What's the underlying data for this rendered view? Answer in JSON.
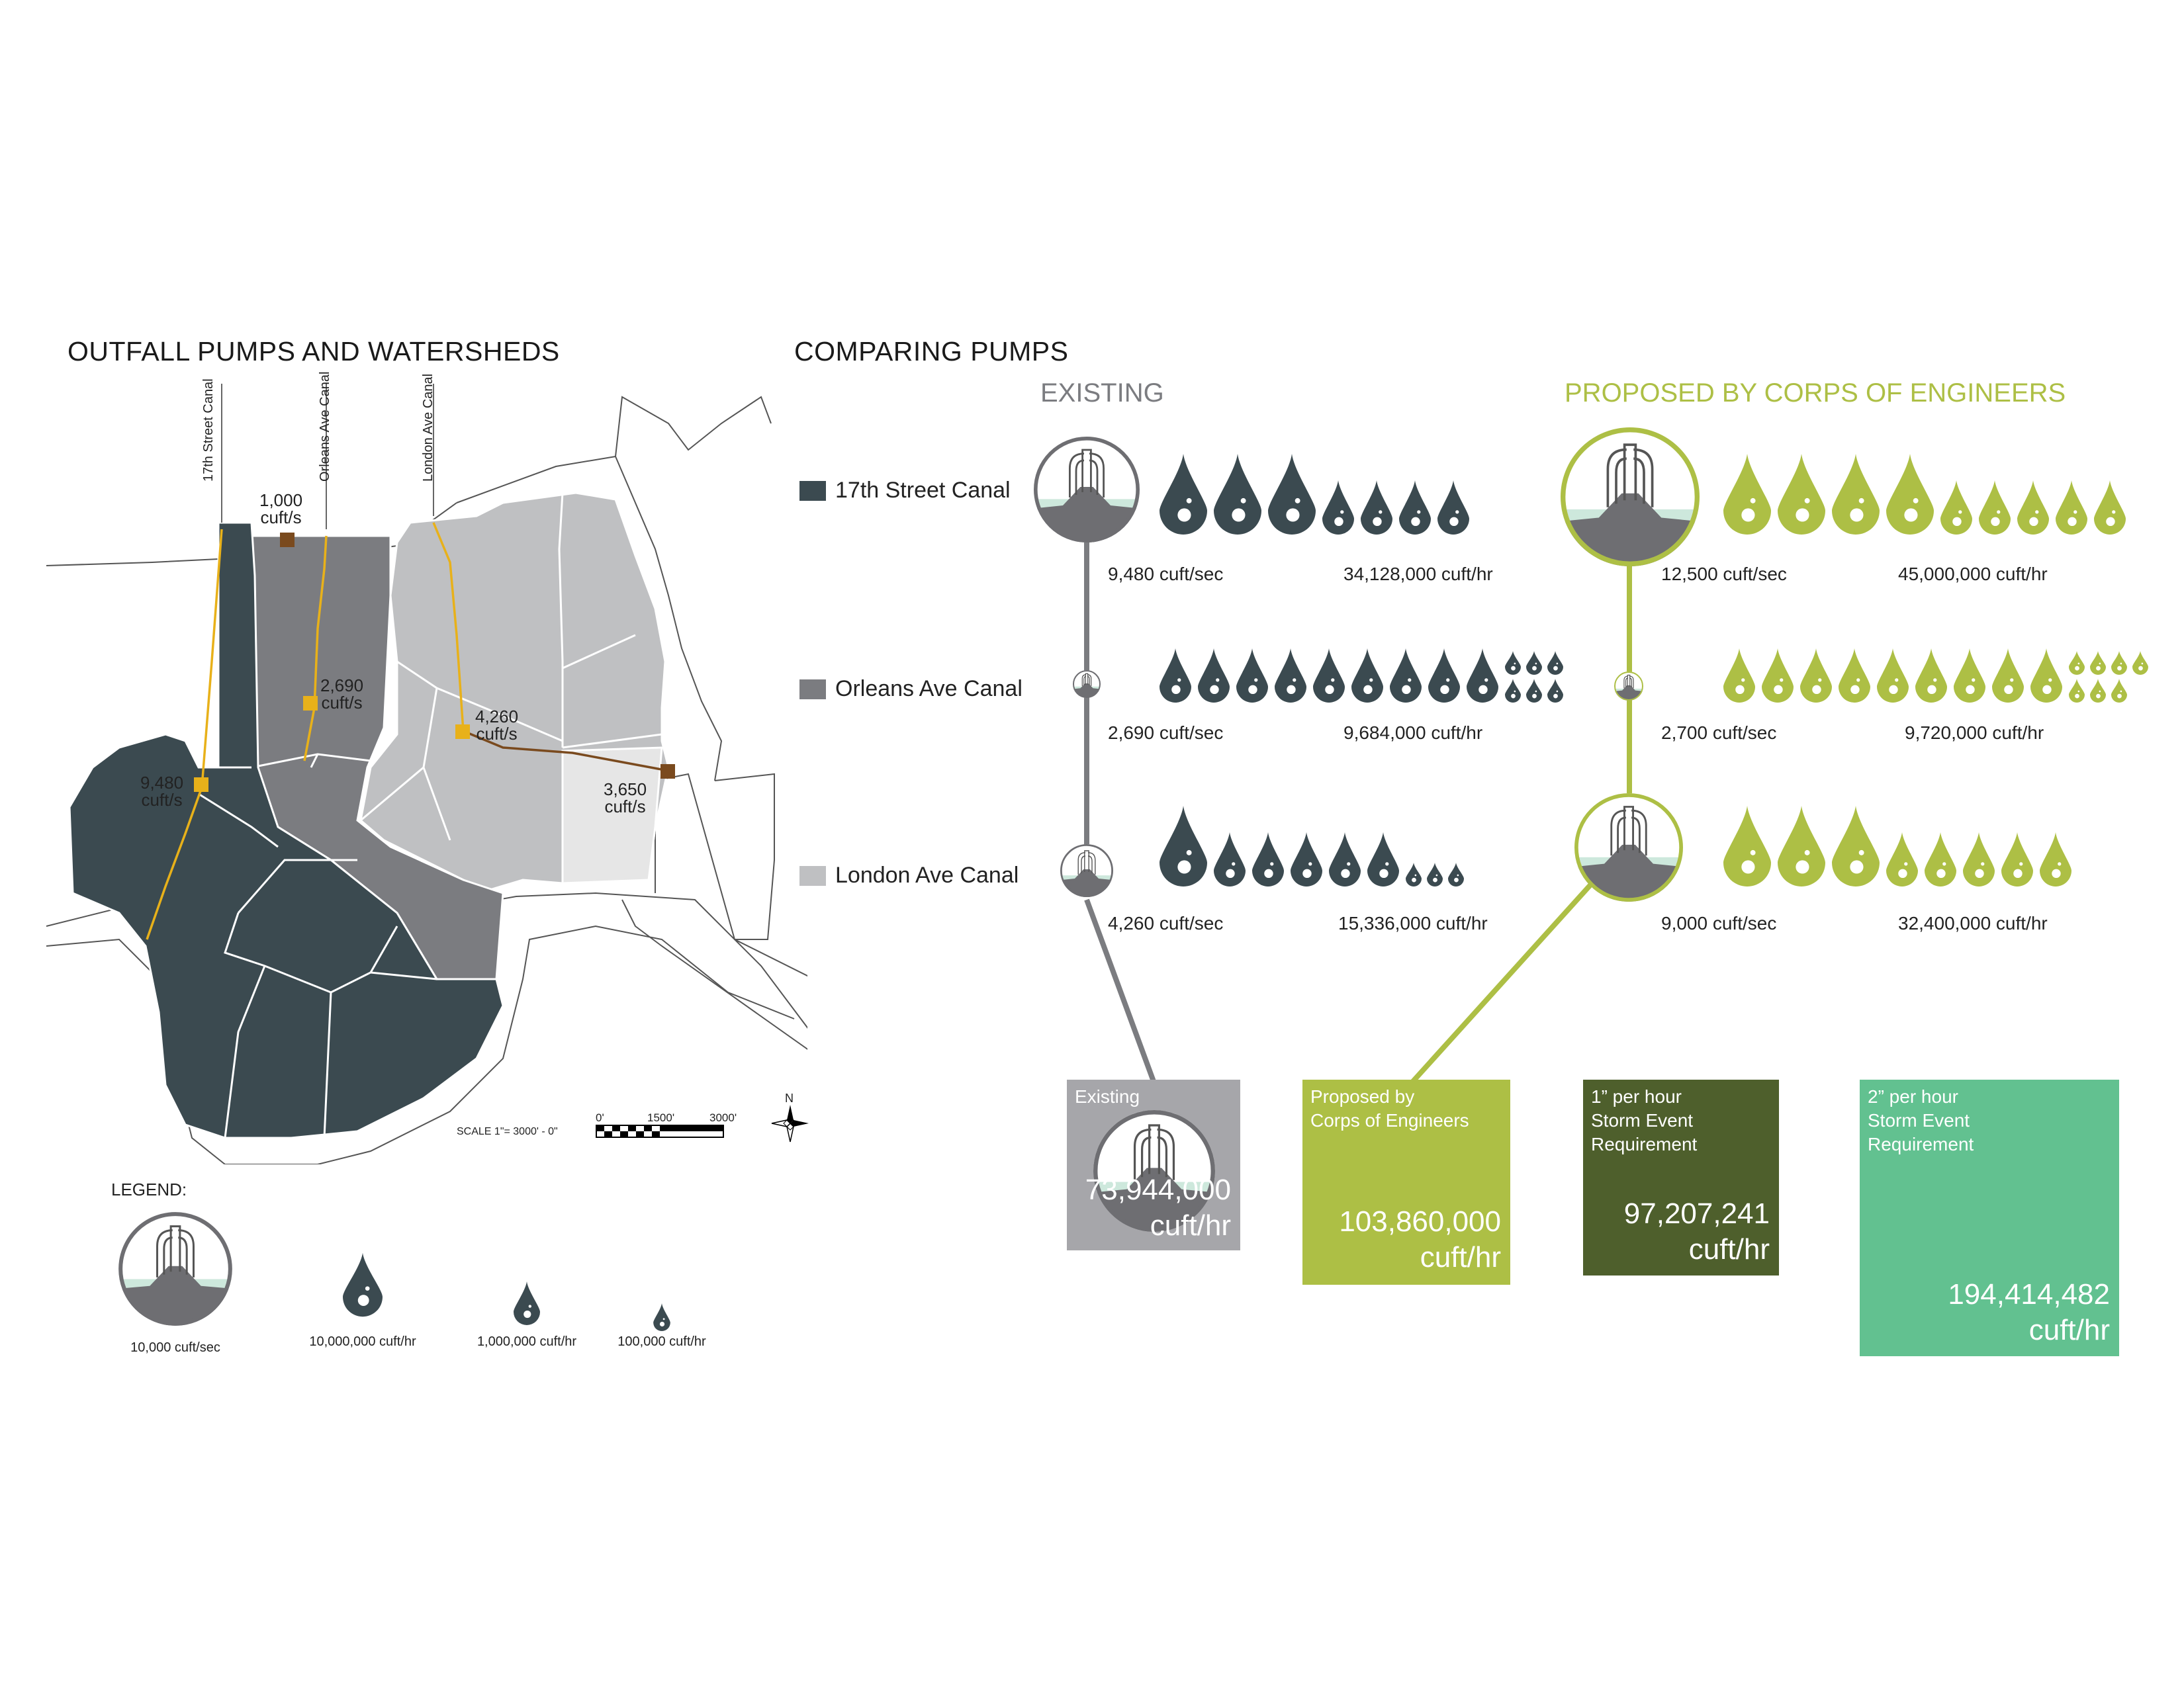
{
  "colors": {
    "dark": "#3b4a50",
    "medium": "#7b7c80",
    "light": "#bfc0c2",
    "lightest": "#e6e6e6",
    "green": "#adbf45",
    "olive": "#4e5f2c",
    "seafoam": "#62c190",
    "pump_yellow": "#e8b11a",
    "pump_brown": "#7a4a1e",
    "existing_grey": "#a6a6aa",
    "water": "#cde8dc"
  },
  "left": {
    "title": "OUTFALL PUMPS AND WATERSHEDS",
    "canal_labels": [
      "17th Street Canal",
      "Orleans Ave Canal",
      "London Ave Canal"
    ],
    "pump_labels": [
      {
        "value": "1,000",
        "unit": "cuft/s"
      },
      {
        "value": "2,690",
        "unit": "cuft/s"
      },
      {
        "value": "4,260",
        "unit": "cuft/s"
      },
      {
        "value": "9,480",
        "unit": "cuft/s"
      },
      {
        "value": "3,650",
        "unit": "cuft/s"
      }
    ],
    "scale": {
      "label": "SCALE 1\"= 3000' - 0\"",
      "ticks": [
        "0'",
        "1500'",
        "3000'"
      ]
    },
    "north": "N",
    "legend": {
      "title": "LEGEND:",
      "items": [
        {
          "icon": "pump-icon",
          "label": "10,000 cuft/sec"
        },
        {
          "icon": "drop-icon",
          "label": "10,000,000 cuft/hr"
        },
        {
          "icon": "drop-icon",
          "label": "1,000,000 cuft/hr"
        },
        {
          "icon": "drop-icon",
          "label": "100,000 cuft/hr"
        }
      ]
    }
  },
  "right": {
    "title": "COMPARING PUMPS",
    "existing_head": "EXISTING",
    "proposed_head": "PROPOSED BY CORPS OF ENGINEERS",
    "rows": [
      {
        "label": "17th Street Canal",
        "existing": {
          "rate": "9,480 cuft/sec",
          "hourly": "34,128,000 cuft/hr",
          "large": 3,
          "medium": 4,
          "small": 0
        },
        "proposed": {
          "rate": "12,500 cuft/sec",
          "hourly": "45,000,000 cuft/hr",
          "large": 4,
          "medium": 5,
          "small": 0
        }
      },
      {
        "label": "Orleans Ave Canal",
        "existing": {
          "rate": "2,690 cuft/sec",
          "hourly": "9,684,000 cuft/hr",
          "large": 0,
          "medium": 9,
          "small": 6
        },
        "proposed": {
          "rate": "2,700 cuft/sec",
          "hourly": "9,720,000 cuft/hr",
          "large": 0,
          "medium": 9,
          "small": 7
        }
      },
      {
        "label": "London Ave Canal",
        "existing": {
          "rate": "4,260 cuft/sec",
          "hourly": "15,336,000 cuft/hr",
          "large": 1,
          "medium": 5,
          "small": 3
        },
        "proposed": {
          "rate": "9,000 cuft/sec",
          "hourly": "32,400,000 cuft/hr",
          "large": 3,
          "medium": 5,
          "small": 0
        }
      }
    ],
    "totals": [
      {
        "head": "Existing",
        "value": "73,944,000",
        "unit": "cuft/hr"
      },
      {
        "head": "Proposed by\nCorps of Engineers",
        "value": "103,860,000",
        "unit": "cuft/hr"
      },
      {
        "head": "1” per hour\nStorm Event\nRequirement",
        "value": "97,207,241",
        "unit": "cuft/hr"
      },
      {
        "head": "2” per hour\nStorm Event\nRequirement",
        "value": "194,414,482",
        "unit": "cuft/hr"
      }
    ]
  }
}
